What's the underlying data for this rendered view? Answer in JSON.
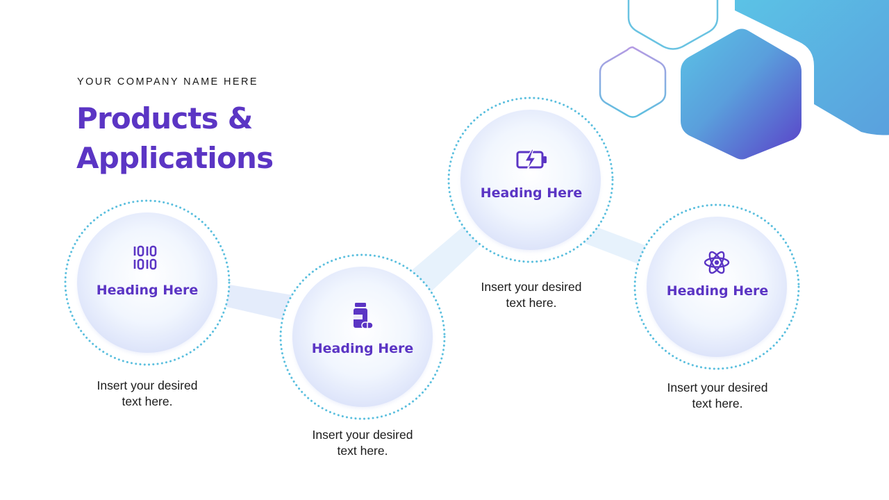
{
  "header": {
    "company": "YOUR COMPANY NAME HERE",
    "title_line1": "Products &",
    "title_line2": "Applications"
  },
  "colors": {
    "accent_purple": "#5b35c4",
    "dotted_ring": "#5bbfde",
    "hexagon_gradient_start": "#5ab8e3",
    "hexagon_gradient_end": "#5a3fc8"
  },
  "items": [
    {
      "icon": "binary-code-icon",
      "heading": "Heading Here",
      "desc_line1": "Insert your desired",
      "desc_line2": "text here."
    },
    {
      "icon": "medicine-bottle-icon",
      "heading": "Heading Here",
      "desc_line1": "Insert your desired",
      "desc_line2": "text here."
    },
    {
      "icon": "battery-charging-icon",
      "heading": "Heading Here",
      "desc_line1": "Insert your desired",
      "desc_line2": "text here."
    },
    {
      "icon": "atom-icon",
      "heading": "Heading Here",
      "desc_line1": "Insert your desired",
      "desc_line2": "text here."
    }
  ]
}
